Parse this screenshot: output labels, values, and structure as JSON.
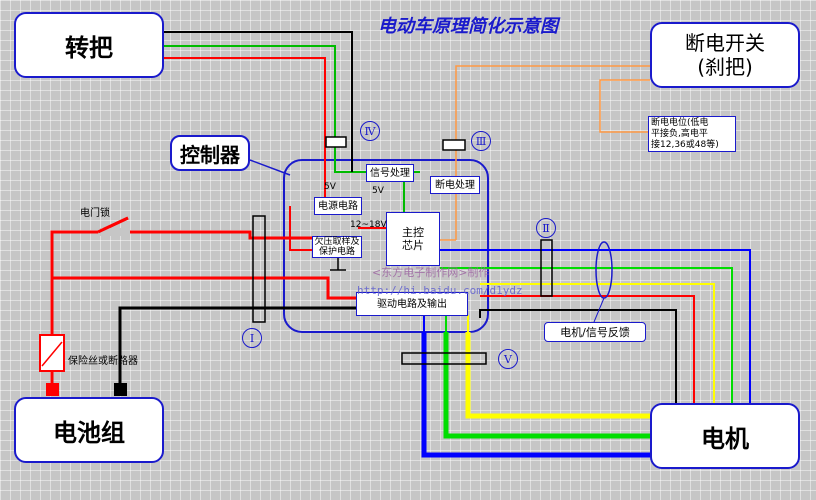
{
  "title": "电动车原理简化示意图",
  "blocks": {
    "throttle": "转把",
    "brake_switch_line1": "断电开关",
    "brake_switch_line2": "(刹把)",
    "controller": "控制器",
    "battery": "电池组",
    "motor": "电机"
  },
  "modules": {
    "signal": "信号处理",
    "brake_proc": "断电处理",
    "power": "电源电路",
    "mcu_line1": "主控",
    "mcu_line2": "芯片",
    "protect_line1": "欠压取样及",
    "protect_line2": "保护电路",
    "driver": "驱动电路及输出"
  },
  "labels": {
    "v5_a": "5V",
    "v5_b": "5V",
    "v12": "12~18V",
    "door_lock": "电门锁",
    "fuse": "保险丝或断路器",
    "feedback": "电机/信号反馈"
  },
  "note": {
    "line1": "断电电位(低电",
    "line2": "平接负,高电平",
    "line3": "接12,36或48等)"
  },
  "connectors": {
    "I": "Ⅰ",
    "II": "Ⅱ",
    "III": "Ⅲ",
    "IV": "Ⅳ",
    "V": "Ⅴ"
  },
  "watermark": {
    "line1": "<东方电子制作网>制作",
    "line2": "http://hi.baidu.com/d1ydz"
  },
  "colors": {
    "accent": "#1a1acc",
    "wire_red": "#ff0000",
    "wire_black": "#000000",
    "wire_blue": "#0000ff",
    "wire_green": "#00cc00",
    "wire_yellow": "#ffff00",
    "wire_orange": "#ff9944"
  }
}
